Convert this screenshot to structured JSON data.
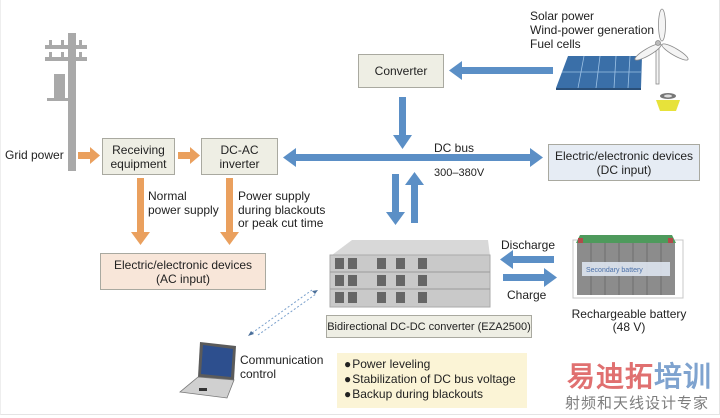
{
  "sources": {
    "lines": [
      "Solar power",
      "Wind-power generation",
      "Fuel cells"
    ]
  },
  "grid_power": "Grid power",
  "receiving_equipment": [
    "Receiving",
    "equipment"
  ],
  "dcac_inverter": [
    "DC-AC",
    "inverter"
  ],
  "converter": "Converter",
  "dc_bus": {
    "label": "DC bus",
    "voltage": "300–380V"
  },
  "dc_devices": [
    "Electric/electronic devices",
    "(DC input)"
  ],
  "normal_supply": [
    "Normal",
    "power supply"
  ],
  "blackout_supply": [
    "Power supply",
    "during blackouts",
    "or peak cut time"
  ],
  "ac_devices": [
    "Electric/electronic devices",
    "(AC input)"
  ],
  "discharge": "Discharge",
  "charge": "Charge",
  "battery": {
    "label": [
      "Rechargeable battery",
      "(48 V)"
    ],
    "inner_label": "Secondary battery"
  },
  "converter_label": "Bidirectional DC-DC converter (EZA2500)",
  "communication": [
    "Communication",
    "control"
  ],
  "features": [
    "Power leveling",
    "Stabilization of DC bus voltage",
    "Backup during blackouts"
  ],
  "watermark": {
    "title_red": "易迪拓",
    "title_blue": "培训",
    "subtitle": "射频和天线设计专家"
  },
  "colors": {
    "blue_arrow": "#5b8fc6",
    "orange_arrow": "#eaa05e",
    "pole": "#a8a8a8"
  }
}
